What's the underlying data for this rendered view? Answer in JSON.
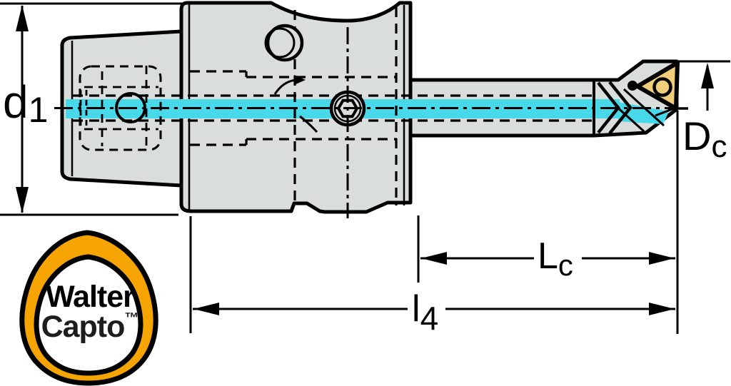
{
  "drawing": {
    "labels": {
      "d1": {
        "base": "d",
        "sub": "1"
      },
      "dc": {
        "base": "D",
        "sub": "c"
      },
      "lc": {
        "base": "L",
        "sub": "c"
      },
      "l4": {
        "base": "l",
        "sub": "4"
      }
    },
    "logo": {
      "line1": "Walter",
      "line2": "Capto",
      "tm": "™"
    },
    "colors": {
      "background": "#ffffff",
      "body_fill": "#d9dddc",
      "outline": "#000000",
      "coolant_cyan": "#47d9e9",
      "insert_gold": "#f1cc79",
      "logo_orange": "#f5a402",
      "logo_text": "#1d1d1b"
    }
  }
}
